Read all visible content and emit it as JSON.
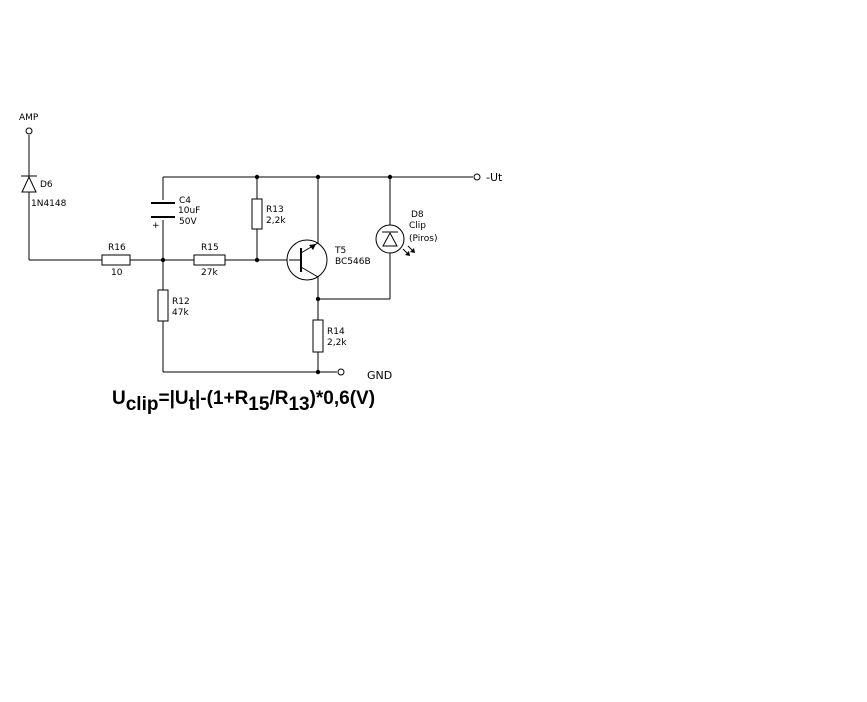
{
  "terminals": {
    "amp": "AMP",
    "neg_ut": "-Ut",
    "gnd": "GND"
  },
  "components": {
    "d6": {
      "ref": "D6",
      "value": "1N4148"
    },
    "r16": {
      "ref": "R16",
      "value": "10"
    },
    "c4": {
      "ref": "C4",
      "value": "10uF",
      "voltage": "50V",
      "polarity": "+"
    },
    "r15": {
      "ref": "R15",
      "value": "27k"
    },
    "r13": {
      "ref": "R13",
      "value": "2,2k"
    },
    "r12": {
      "ref": "R12",
      "value": "47k"
    },
    "t5": {
      "ref": "T5",
      "value": "BC546B"
    },
    "d8": {
      "ref": "D8",
      "value": "Clip",
      "note": "(Piros)"
    },
    "r14": {
      "ref": "R14",
      "value": "2,2k"
    }
  },
  "formula": {
    "u": "U",
    "clip": "clip",
    "eq": "=|U",
    "t": "t",
    "mid": "|-(1+R",
    "r15": "15",
    "slash": "/R",
    "r13": "13",
    "tail": ")*0,6(V)"
  }
}
